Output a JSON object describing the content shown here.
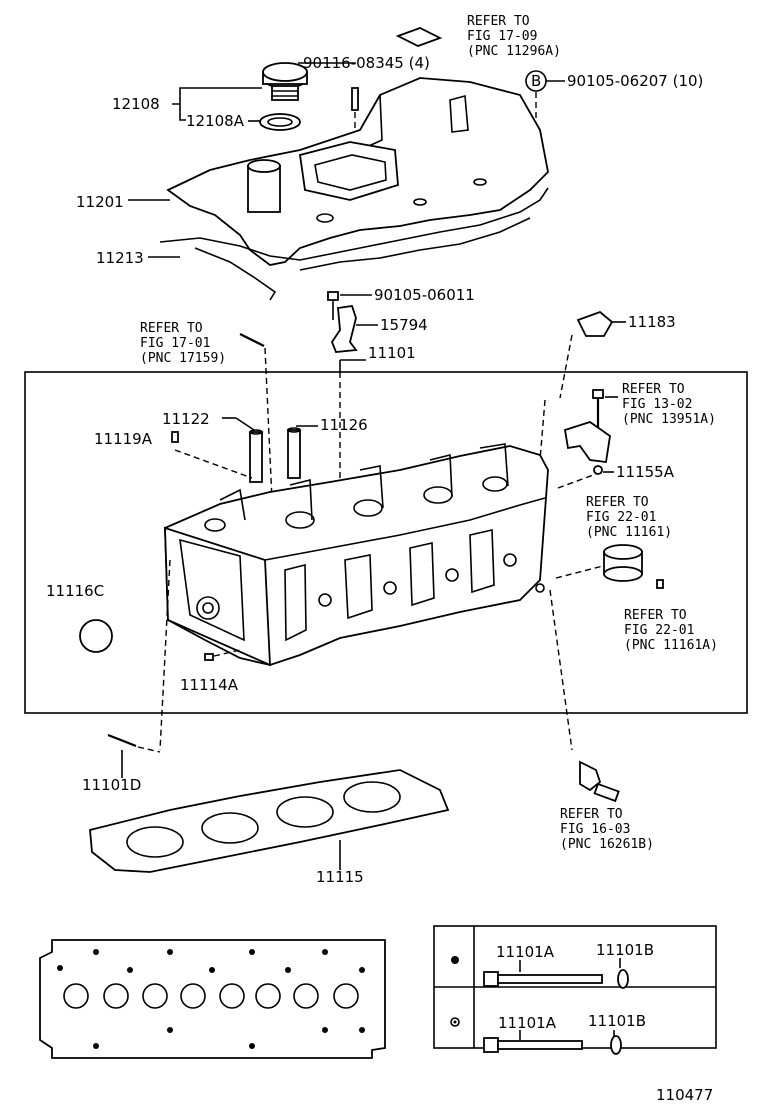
{
  "labels": {
    "ref_17_09": [
      "REFER TO",
      "FIG 17-09",
      "(PNC 11296A)"
    ],
    "p90116": "90116-08345 (4)",
    "pB_circle": "B",
    "p90105_06207": "90105-06207 (10)",
    "p12108": "12108",
    "p12108A": "12108A",
    "p11201": "11201",
    "p11213": "11213",
    "p90105_06011": "90105-06011",
    "ref_17_01": [
      "REFER TO",
      "FIG 17-01",
      "(PNC 17159)"
    ],
    "p15794": "15794",
    "p11183": "11183",
    "p11101": "11101",
    "ref_13_02": [
      "REFER TO",
      "FIG 13-02",
      "(PNC 13951A)"
    ],
    "p11122": "11122",
    "p11126": "11126",
    "p11119A": "11119A",
    "p11155A": "11155A",
    "ref_22_01a": [
      "REFER TO",
      "FIG 22-01",
      "(PNC 11161)"
    ],
    "p11116C": "11116C",
    "ref_22_01b": [
      "REFER TO",
      "FIG 22-01",
      "(PNC 11161A)"
    ],
    "p11114A": "11114A",
    "p11101D": "11101D",
    "ref_16_03": [
      "REFER TO",
      "FIG 16-03",
      "(PNC 16261B)"
    ],
    "p11115": "11115",
    "table_row1_a": "11101A",
    "table_row1_b": "11101B",
    "table_row2_a": "11101A",
    "table_row2_b": "11101B",
    "figure_number": "110477"
  }
}
